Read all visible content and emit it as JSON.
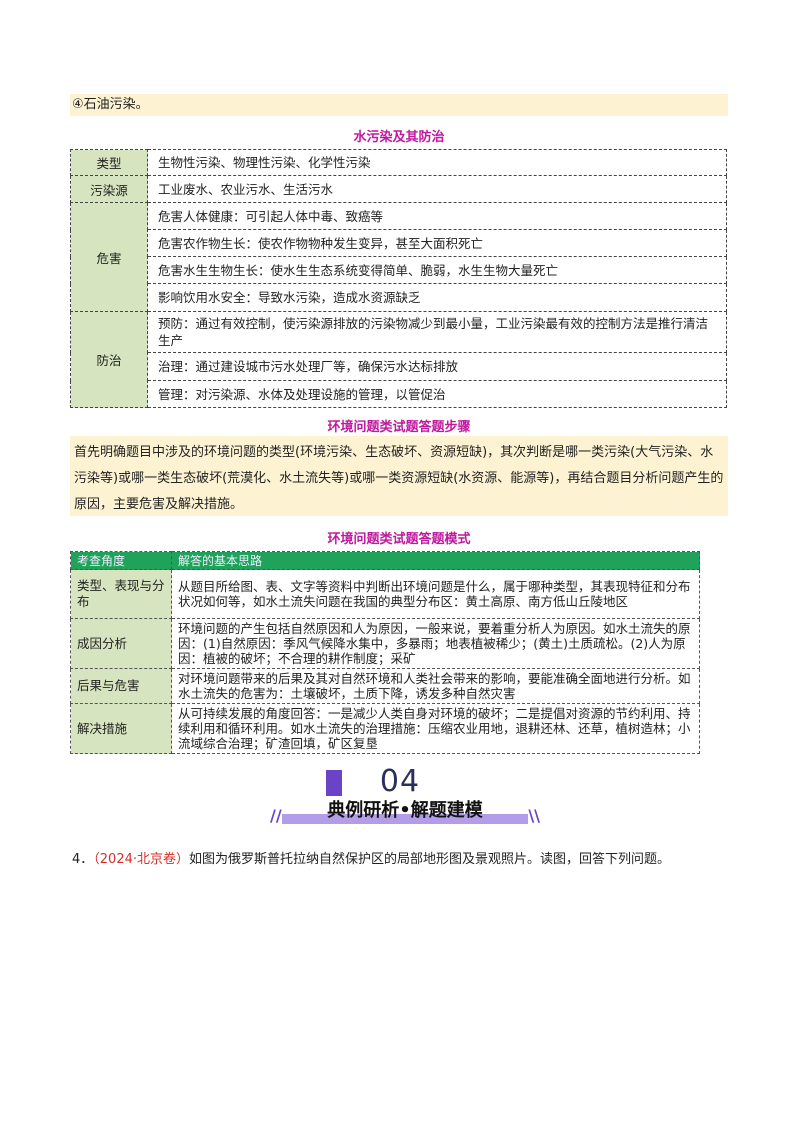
{
  "top_line": "④石油污染。",
  "water_section": {
    "title": "水污染及其防治",
    "rows": [
      {
        "category": "类型",
        "items": [
          "生物性污染、物理性污染、化学性污染"
        ]
      },
      {
        "category": "污染源",
        "items": [
          "工业废水、农业污水、生活污水"
        ]
      },
      {
        "category": "危害",
        "items": [
          "危害人体健康：可引起人体中毒、致癌等",
          "危害农作物生长：使农作物物种发生变异，甚至大面积死亡",
          "危害水生生物生长：使水生生态系统变得简单、脆弱，水生生物大量死亡",
          "影响饮用水安全：导致水污染，造成水资源缺乏"
        ]
      },
      {
        "category": "防治",
        "items": [
          "预防：通过有效控制，使污染源排放的污染物减少到最小量，工业污染最有效的控制方法是推行清洁生产",
          "治理：通过建设城市污水处理厂等，确保污水达标排放",
          "管理：对污染源、水体及处理设施的管理，以管促治"
        ]
      }
    ]
  },
  "steps_section": {
    "title": "环境问题类试题答题步骤",
    "text": "首先明确题目中涉及的环境问题的类型(环境污染、生态破坏、资源短缺)，其次判断是哪一类污染(大气污染、水污染等)或哪一类生态破坏(荒漠化、水土流失等)或哪一类资源短缺(水资源、能源等)，再结合题目分析问题产生的原因，主要危害及解决措施。"
  },
  "mode_section": {
    "title": "环境问题类试题答题模式",
    "header": [
      "考查角度",
      "解答的基本思路"
    ],
    "rows": [
      {
        "category": "类型、表现与分布",
        "text": "从题目所给图、表、文字等资料中判断出环境问题是什么，属于哪种类型，其表现特征和分布状况如何等，如水土流失问题在我国的典型分布区：黄土高原、南方低山丘陵地区"
      },
      {
        "category": "成因分析",
        "text": "环境问题的产生包括自然原因和人为原因，一般来说，要着重分析人为原因。如水土流失的原因：(1)自然原因：季风气候降水集中，多暴雨；地表植被稀少；(黄土)土质疏松。(2)人为原因：植被的破坏；不合理的耕作制度；采矿"
      },
      {
        "category": "后果与危害",
        "text": "对环境问题带来的后果及其对自然环境和人类社会带来的影响，要能准确全面地进行分析。如水土流失的危害为：土壤破坏，土质下降，诱发多种自然灾害"
      },
      {
        "category": "解决措施",
        "text": "从可持续发展的角度回答：一是减少人类自身对环境的破坏；二是提倡对资源的节约利用、持续利用和循环利用。如水土流失的治理措施：压缩农业用地，退耕还林、还草，植树造林；小流域综合治理；矿渣回填，矿区复垦"
      }
    ]
  },
  "banner": {
    "number": "04",
    "title": "典例研析•解题建模",
    "left_mark": "//",
    "right_mark": "\\\\"
  },
  "question": {
    "number": "4．",
    "source": "（2024·北京卷）",
    "text": "如图为俄罗斯普托拉纳自然保护区的局部地形图及景观照片。读图，回答下列问题。"
  }
}
